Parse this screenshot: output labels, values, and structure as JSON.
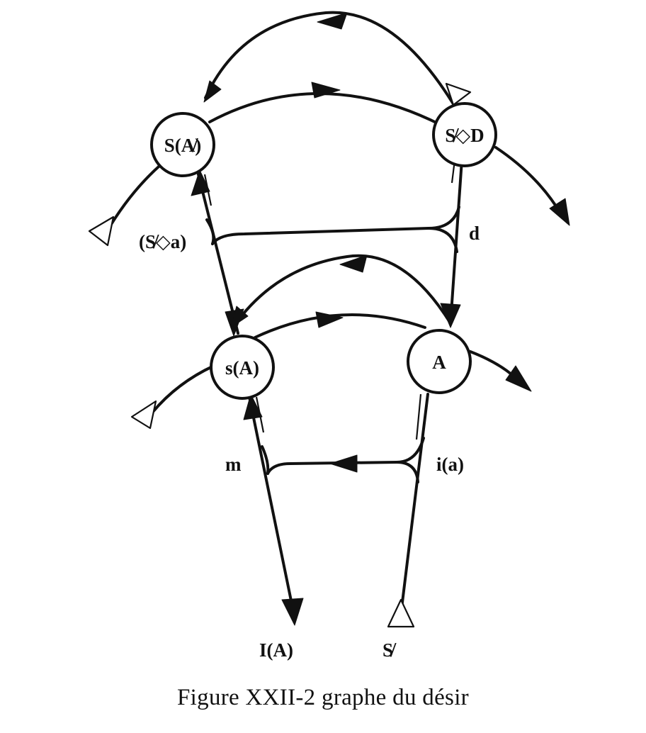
{
  "nodes": {
    "s_barred_a": "S(A̸)",
    "s_lozenge_d": "S̸◇D",
    "s_of_a": "s(A)",
    "a": "A"
  },
  "labels": {
    "s_lozenge_a": "(S̸◇a)",
    "d": "d",
    "m": "m",
    "i_a": "i(a)",
    "i_big_a": "I(A)",
    "s_barred": "S̸"
  },
  "caption": "Figure XXII-2 graphe du désir"
}
